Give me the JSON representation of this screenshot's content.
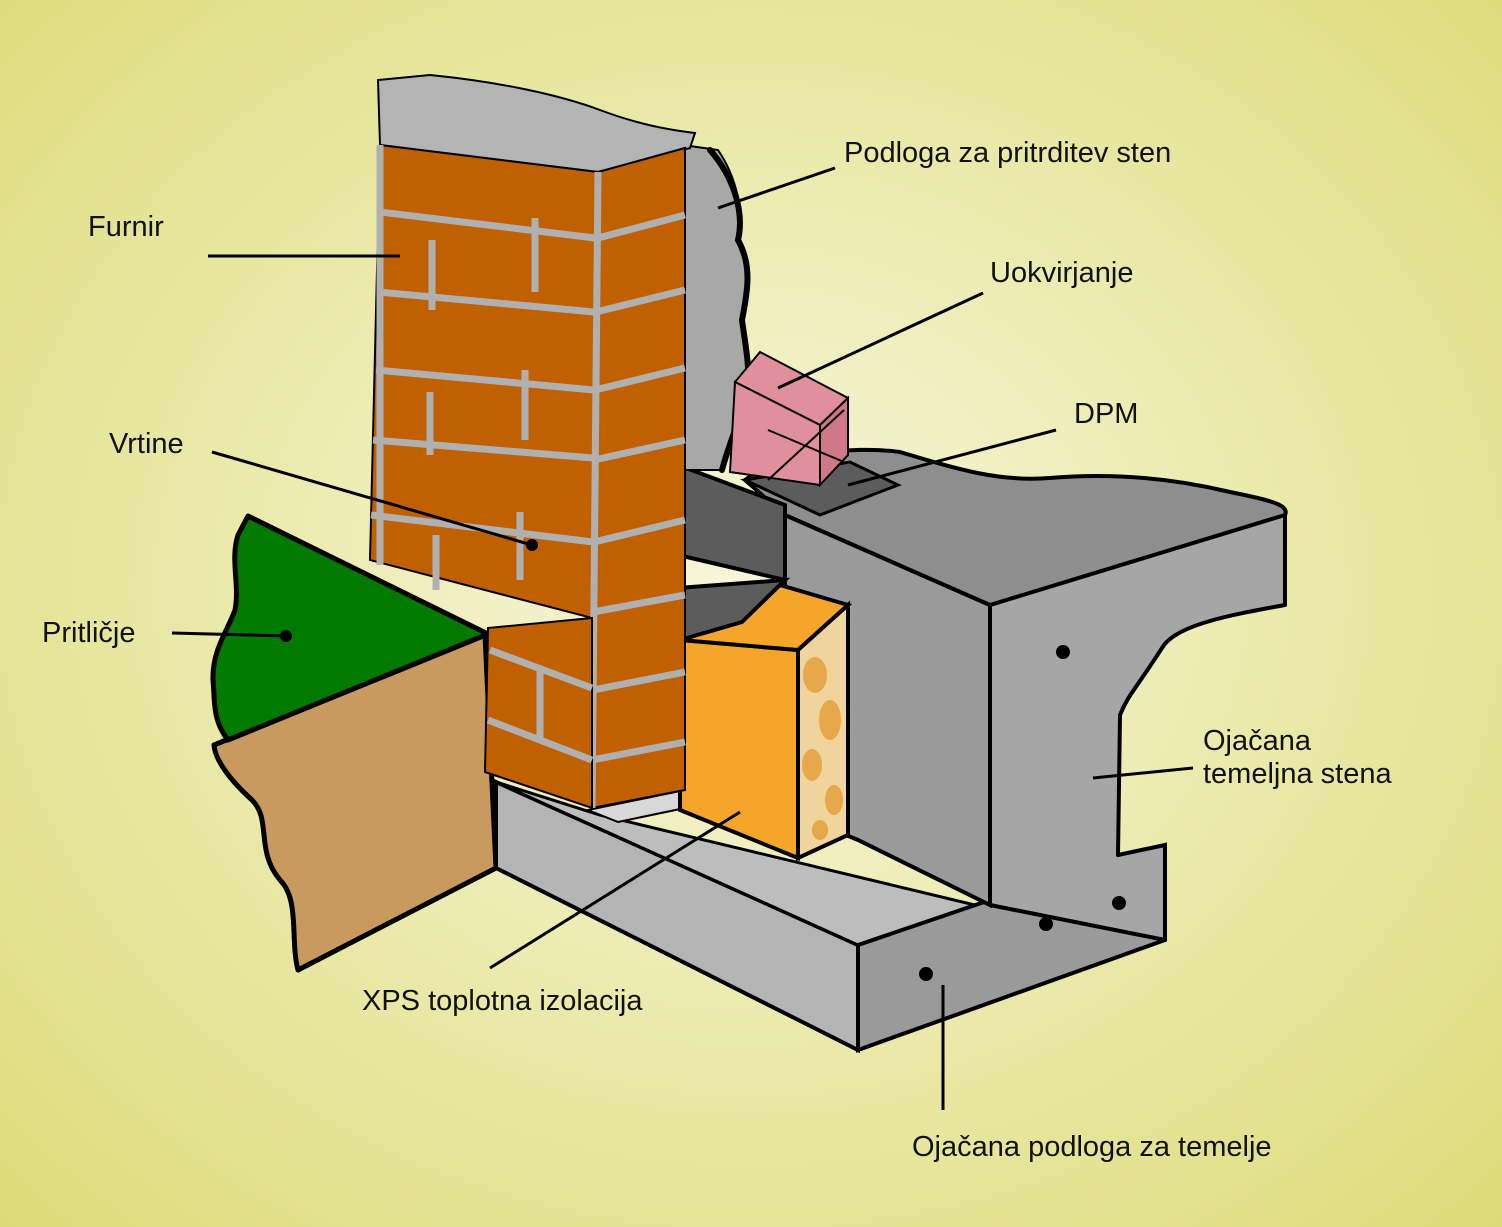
{
  "labels": {
    "furnir": "Furnir",
    "vrtine": "Vrtine",
    "pritlicje": "Pritličje",
    "podloga_sten": "Podloga za pritrditev sten",
    "uokvirjanje": "Uokvirjanje",
    "dpm": "DPM",
    "stena_line1": "Ojačana",
    "stena_line2": "temeljna stena",
    "xps": "XPS toplotna izolacija",
    "podloga_temelje": "Ojačana podloga za temelje"
  },
  "colors": {
    "background": "#e6e6a0",
    "brick": "#c16000",
    "mortar": "#b0b0b0",
    "concrete": "#9a9a9a",
    "concrete_light": "#b4b4b4",
    "grass": "#007a00",
    "soil": "#c89a60",
    "insulation": "#f5a52a",
    "framing": "#e0909c",
    "flashing": "#5c5c5c"
  }
}
